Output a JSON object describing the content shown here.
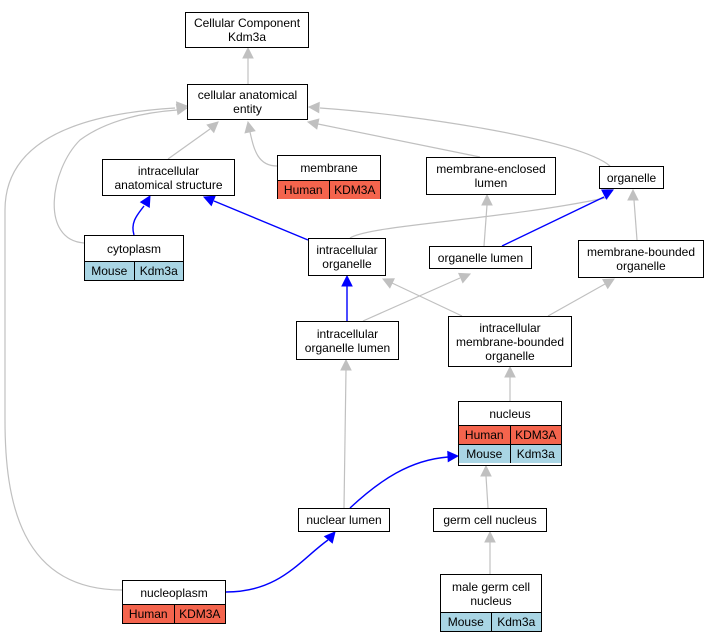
{
  "colors": {
    "is_a_edge": "#c0c0c0",
    "part_of_edge": "#0000ff",
    "human_row": "#f4644d",
    "mouse_row": "#a9d5e4"
  },
  "nodes": {
    "cc_kdm3a": {
      "label": "Cellular Component\nKdm3a"
    },
    "cae": {
      "label": "cellular anatomical\nentity"
    },
    "ias": {
      "label": "intracellular\nanatomical structure"
    },
    "membrane": {
      "label": "membrane",
      "human": {
        "species": "Human",
        "gene": "KDM3A"
      }
    },
    "mel": {
      "label": "membrane-enclosed\nlumen"
    },
    "organelle": {
      "label": "organelle"
    },
    "cytoplasm": {
      "label": "cytoplasm",
      "mouse": {
        "species": "Mouse",
        "gene": "Kdm3a"
      }
    },
    "io": {
      "label": "intracellular\norganelle"
    },
    "ol": {
      "label": "organelle lumen"
    },
    "mbo": {
      "label": "membrane-bounded\norganelle"
    },
    "iol": {
      "label": "intracellular\norganelle lumen"
    },
    "imbo": {
      "label": "intracellular\nmembrane-bounded\norganelle"
    },
    "nucleus": {
      "label": "nucleus",
      "human": {
        "species": "Human",
        "gene": "KDM3A"
      },
      "mouse": {
        "species": "Mouse",
        "gene": "Kdm3a"
      }
    },
    "nl": {
      "label": "nuclear lumen"
    },
    "gcn": {
      "label": "germ cell nucleus"
    },
    "nucleoplasm": {
      "label": "nucleoplasm",
      "human": {
        "species": "Human",
        "gene": "KDM3A"
      }
    },
    "mgcn": {
      "label": "male germ cell\nnucleus",
      "mouse": {
        "species": "Mouse",
        "gene": "Kdm3a"
      }
    }
  },
  "edges": [
    {
      "from": "cae",
      "to": "cc_kdm3a",
      "type": "is_a"
    },
    {
      "from": "ias",
      "to": "cae",
      "type": "is_a"
    },
    {
      "from": "membrane",
      "to": "cae",
      "type": "is_a"
    },
    {
      "from": "mel",
      "to": "cae",
      "type": "is_a"
    },
    {
      "from": "organelle",
      "to": "cae",
      "type": "is_a"
    },
    {
      "from": "cytoplasm",
      "to": "cae",
      "type": "is_a"
    },
    {
      "from": "nucleoplasm",
      "to": "cae",
      "type": "is_a"
    },
    {
      "from": "cytoplasm",
      "to": "ias",
      "type": "part_of"
    },
    {
      "from": "io",
      "to": "ias",
      "type": "part_of"
    },
    {
      "from": "io",
      "to": "organelle",
      "type": "is_a"
    },
    {
      "from": "ol",
      "to": "mel",
      "type": "is_a"
    },
    {
      "from": "ol",
      "to": "organelle",
      "type": "part_of"
    },
    {
      "from": "mbo",
      "to": "organelle",
      "type": "is_a"
    },
    {
      "from": "iol",
      "to": "io",
      "type": "part_of"
    },
    {
      "from": "iol",
      "to": "ol",
      "type": "is_a"
    },
    {
      "from": "imbo",
      "to": "io",
      "type": "is_a"
    },
    {
      "from": "imbo",
      "to": "mbo",
      "type": "is_a"
    },
    {
      "from": "nucleus",
      "to": "imbo",
      "type": "is_a"
    },
    {
      "from": "nl",
      "to": "iol",
      "type": "is_a"
    },
    {
      "from": "nl",
      "to": "nucleus",
      "type": "part_of"
    },
    {
      "from": "gcn",
      "to": "nucleus",
      "type": "is_a"
    },
    {
      "from": "mgcn",
      "to": "gcn",
      "type": "is_a"
    },
    {
      "from": "nucleoplasm",
      "to": "nl",
      "type": "part_of"
    }
  ]
}
